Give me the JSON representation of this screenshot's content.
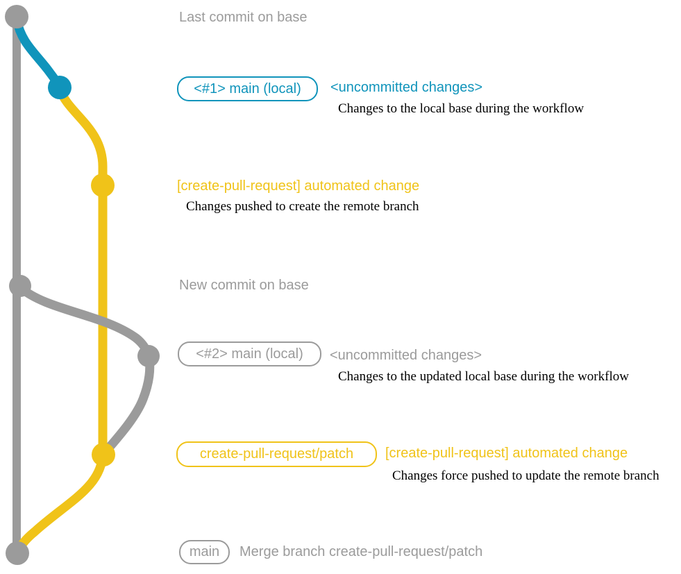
{
  "colors": {
    "teal": "#1094bb",
    "yellow": "#f0c319",
    "gray": "#9b9b9b",
    "ink": "#000000",
    "bg": "#ffffff"
  },
  "rows": {
    "base_commit_1": {
      "label": "Last commit on base"
    },
    "local_1": {
      "branch_badge": "<#1> main (local)",
      "status": "<uncommitted changes>",
      "description": "Changes to the local base during the workflow"
    },
    "push_1": {
      "title": "[create-pull-request] automated change",
      "description": "Changes pushed to create the remote branch"
    },
    "base_commit_2": {
      "label": "New commit on base"
    },
    "local_2": {
      "branch_badge": "<#2> main (local)",
      "status": "<uncommitted changes>",
      "description": "Changes to the updated local base during the workflow"
    },
    "push_2": {
      "branch_badge": "create-pull-request/patch",
      "title": "[create-pull-request] automated change",
      "description": "Changes force pushed to update the remote branch"
    },
    "merge": {
      "branch_badge": "main",
      "label": "Merge branch create-pull-request/patch"
    }
  }
}
